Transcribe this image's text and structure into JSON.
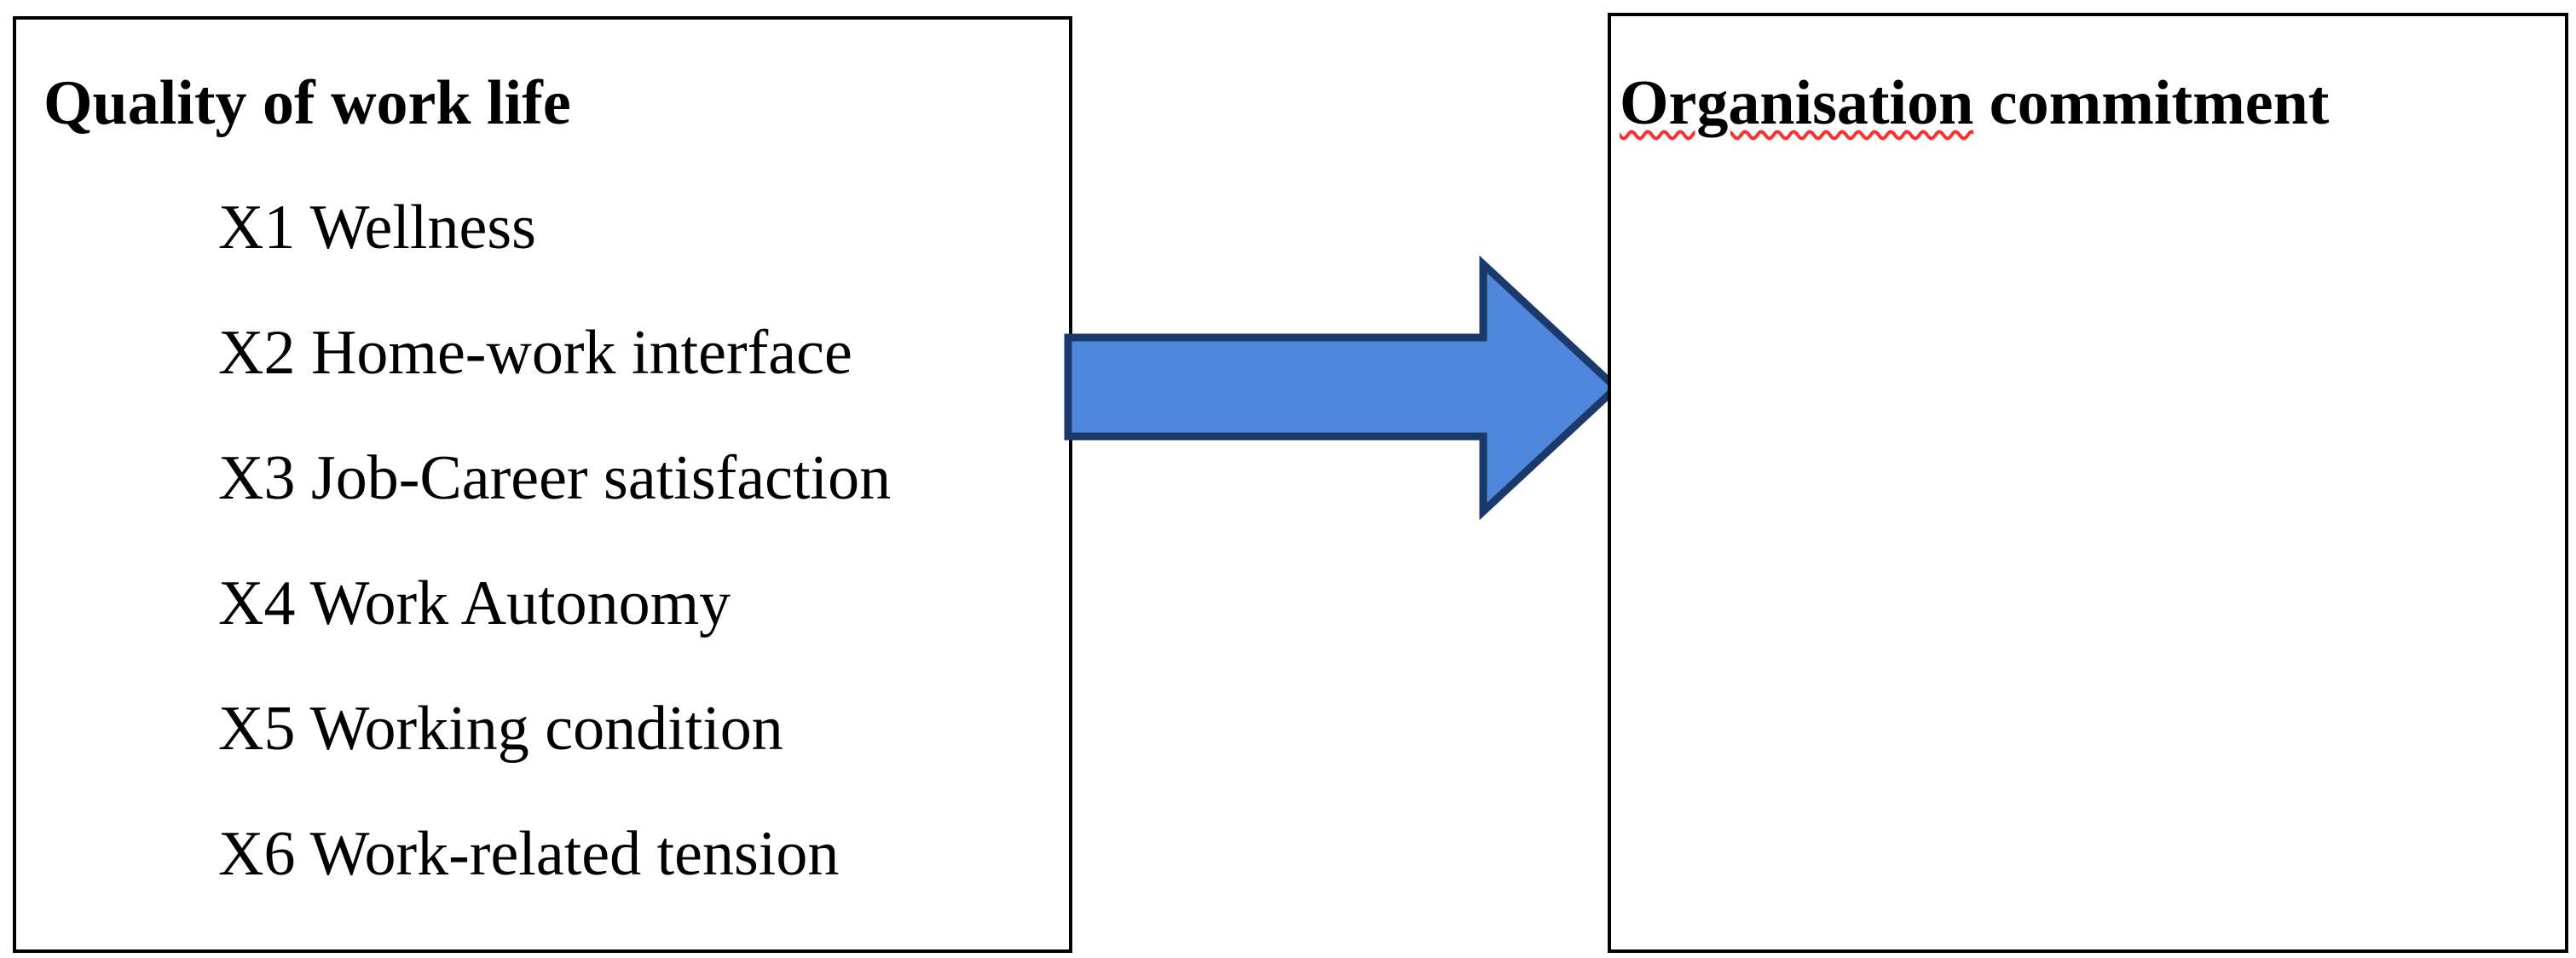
{
  "figure": {
    "left_box": {
      "title": "Quality of work life",
      "items": [
        "X1 Wellness",
        "X2 Home-work interface",
        "X3 Job-Career satisfaction",
        "X4 Work Autonomy",
        "X5 Working condition",
        "X6 Work-related tension"
      ]
    },
    "right_box": {
      "title_flagged_word": "Organisation",
      "title_rest": " commitment",
      "spellcheck_squiggle_color": "#ff2f2f"
    },
    "arrow": {
      "direction": "right",
      "fill": "#4f87dd",
      "stroke": "#1b3a6b"
    }
  }
}
